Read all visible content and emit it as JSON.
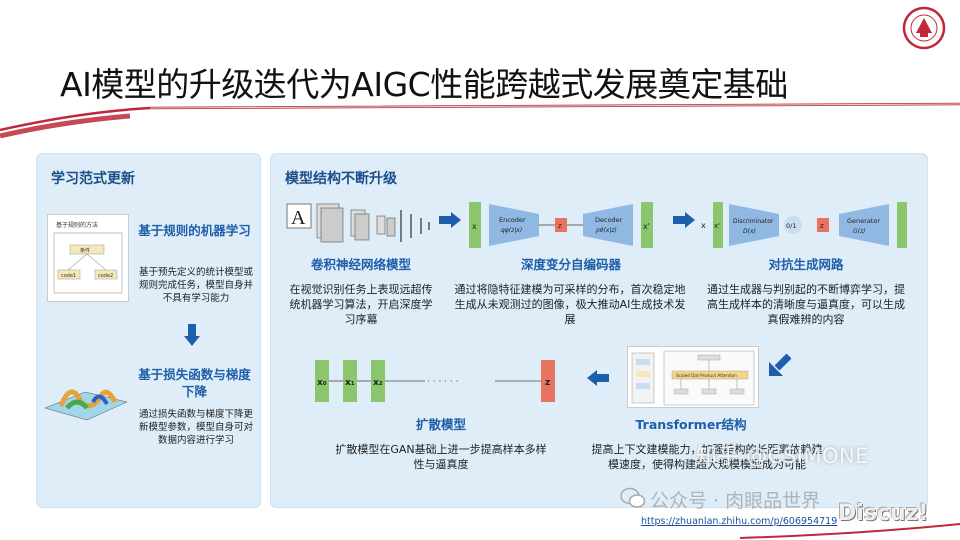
{
  "title": "AI模型的升级迭代为AIGC性能跨越式发展奠定基础",
  "left_panel": {
    "heading": "学习范式更新",
    "rule_based": {
      "title": "基于规则的机器学习",
      "desc": "基于预先定义的统计模型或规则完成任务，模型自身并不具有学习能力",
      "flow_title": "基于规则的方法",
      "flow_nodes": [
        "条件",
        "code1",
        "code2"
      ]
    },
    "loss_based": {
      "title": "基于损失函数与梯度下降",
      "desc": "通过损失函数与梯度下降更新模型参数，模型自身可对数据内容进行学习"
    }
  },
  "right_panel": {
    "heading": "模型结构不断升级",
    "cnn": {
      "title": "卷积神经网络模型",
      "desc": "在视觉识别任务上表现远超传统机器学习算法，开启深度学习序幕"
    },
    "vae": {
      "title": "深度变分自编码器",
      "desc": "通过将隐特征建模为可采样的分布，首次稳定地生成从未观测过的图像，极大推动AI生成技术发展",
      "encoder_label": "Encoder",
      "encoder_formula": "qφ(z|x)",
      "decoder_label": "Decoder",
      "decoder_formula": "pθ(x|z)",
      "x_label": "x",
      "z_label": "z",
      "xprime_label": "x'"
    },
    "gan": {
      "title": "对抗生成网路",
      "desc": "通过生成器与判别起的不断博弈学习，提高生成样本的清晰度与逼真度，可以生成真假难辨的内容",
      "disc_label": "Discriminator",
      "disc_formula": "D(x)",
      "gen_label": "Generator",
      "gen_formula": "G(z)",
      "out_label": "0/1",
      "x_label": "x",
      "xprime_label": "x'",
      "z_label": "z"
    },
    "diffusion": {
      "title": "扩散模型",
      "desc": "扩散模型在GAN基础上进一步提高样本多样性与逼真度",
      "nodes": [
        "x₀",
        "x₁",
        "x₂",
        "z"
      ],
      "dots": "· · · · · ·"
    },
    "transformer": {
      "title": "Transformer结构",
      "desc": "提高上下文建模能力，加强结构的长距离依赖建模速度，使得构建超大规模模型成为可能",
      "block_label": "Scaled Dot-Product Attention"
    }
  },
  "watermarks": {
    "zhihu": "知乎 @CSIMONE",
    "wechat": "公众号 · 肉眼品世界",
    "url": "https://zhuanlan.zhihu.com/p/606954719",
    "discuz": "Discuz!"
  },
  "colors": {
    "accent_red": "#c0283a",
    "panel_bg": "#deedf8",
    "heading_blue": "#1a4f8a",
    "subtitle_blue": "#1f5ea8",
    "arrow_blue": "#1f5ea8",
    "node_green": "#8cc66c",
    "node_red": "#e8745f"
  }
}
